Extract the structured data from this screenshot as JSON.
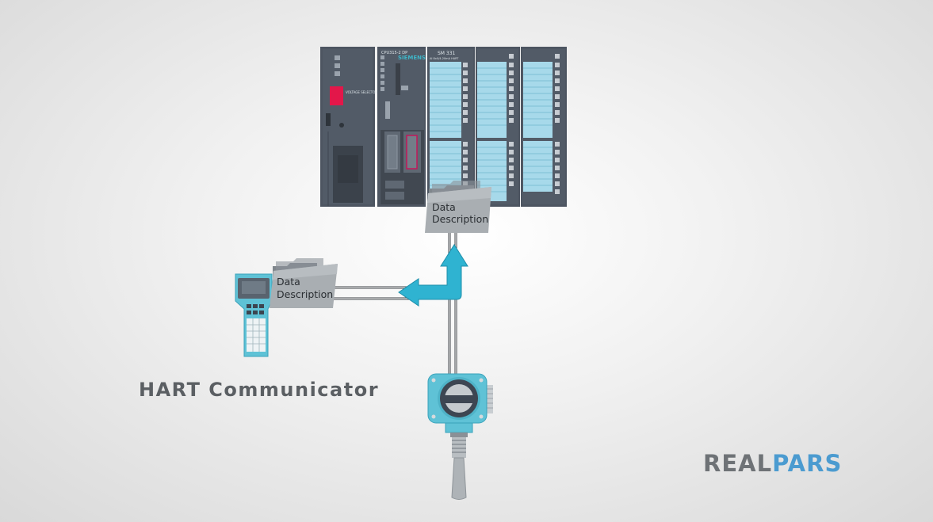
{
  "plc": {
    "cpu_label": "CPU315-2 DP",
    "brand": "SIEMENS",
    "psu_label": "VOLTAGE SELECTOR",
    "module_label": "SM 331",
    "module_sublabel": "AI 8x0/4-20mA HART"
  },
  "folders": {
    "top": {
      "line1": "Data",
      "line2": "Description"
    },
    "left": {
      "line1": "Data",
      "line2": "Description"
    }
  },
  "communicator": {
    "label": "HART Communicator"
  },
  "logo": {
    "part1": "REAL",
    "part2": "PARS"
  },
  "colors": {
    "arrow": "#2fb3d1",
    "accent": "#4b9bd0",
    "device": "#5fc2d6",
    "plc_body": "#4b5563"
  }
}
